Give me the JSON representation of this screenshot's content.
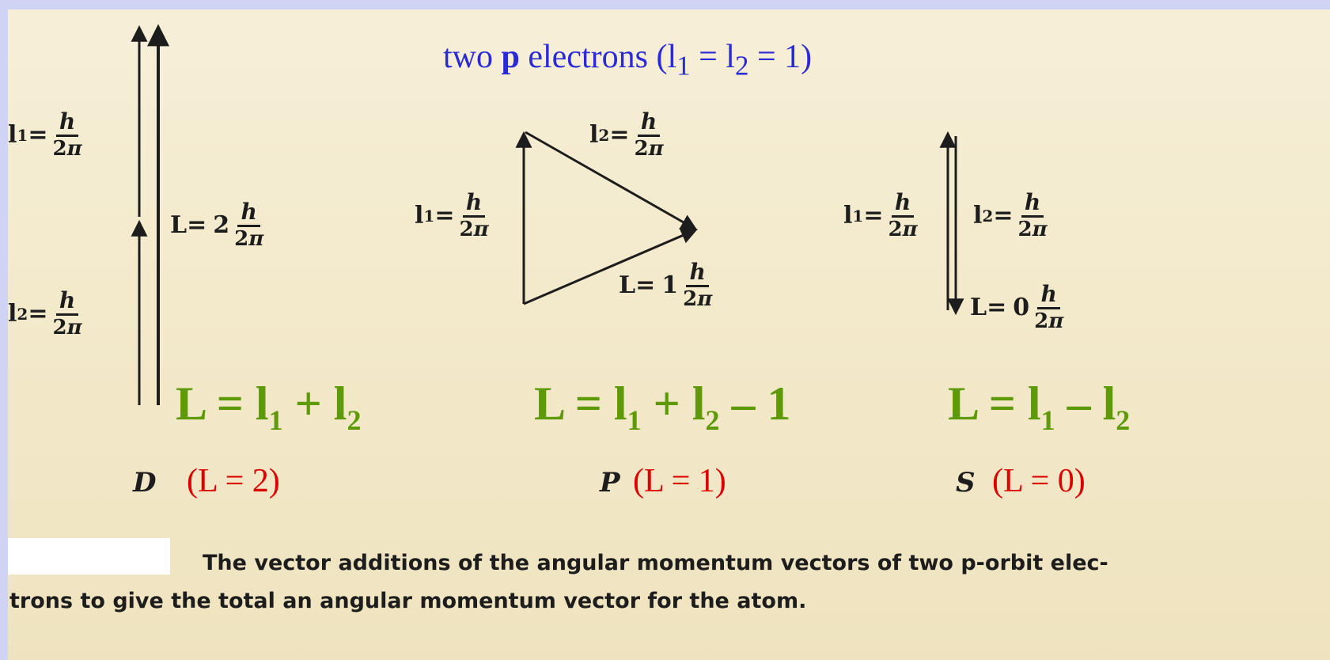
{
  "title": {
    "prefix": "two ",
    "bold": "p",
    "suffix": " electrons (l",
    "sub1": "1",
    "mid": " = l",
    "sub2": "2",
    "end": " = 1)"
  },
  "diagram_d": {
    "l1_label": "l",
    "l1_sub": "1",
    "eq": " =",
    "h": "h",
    "two": "2",
    "pi": "π",
    "l2_label": "l",
    "l2_sub": "2",
    "L_label": "L",
    "L_coef": "2",
    "rule_L": "L = l",
    "rule_plus": " + l",
    "rule_sub1": "1",
    "rule_sub2": "2",
    "term": "D",
    "value": "(L = 2)"
  },
  "diagram_p": {
    "l1_label": "l",
    "l1_sub": "1",
    "l2_label": "l",
    "l2_sub": "2",
    "L_label": "L",
    "L_coef": "1",
    "rule_L": "L = l",
    "rule_plus": " + l",
    "rule_minus": " – 1",
    "rule_sub1": "1",
    "rule_sub2": "2",
    "term": "P",
    "value": "(L = 1)"
  },
  "diagram_s": {
    "l1_label": "l",
    "l1_sub": "1",
    "l2_label": "l",
    "l2_sub": "2",
    "L_label": "L",
    "L_coef": "0",
    "rule_L": "L = l",
    "rule_minus": " – l",
    "rule_sub1": "1",
    "rule_sub2": "2",
    "term": "S",
    "value": "(L = 0)"
  },
  "caption": {
    "line1": "The vector additions of the angular momentum vectors of two p-orbit elec-",
    "line2": "trons to give the total an angular momentum vector for the atom."
  },
  "colors": {
    "title": "#2a2ad8",
    "rule": "#5e9a08",
    "value": "#dd0000",
    "ink": "#1d1d1d",
    "frame": "#cfd3f4"
  }
}
